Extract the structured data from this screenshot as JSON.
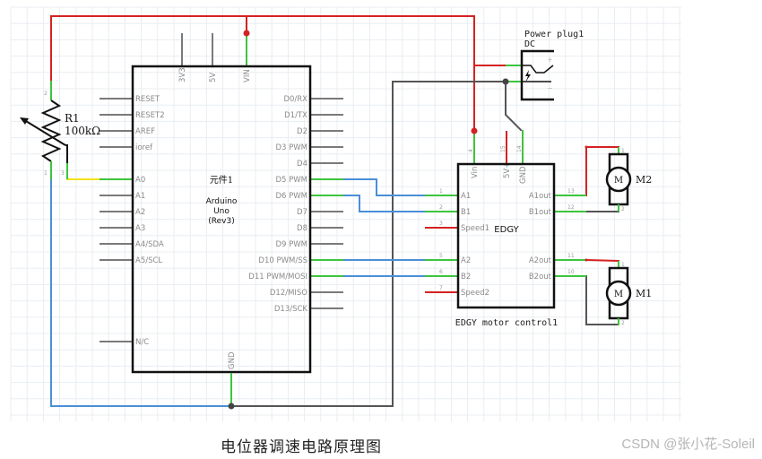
{
  "caption": "电位器调速电路原理图",
  "watermark": "CSDN @张小花-Soleil",
  "colors": {
    "power_wire": "#d42222",
    "ground_wire": "#555555",
    "signal_wire": "#4a8fd8",
    "pin_connected": "#3ec43e",
    "pin_unconnected": "#7a7a7a",
    "wiper_wire": "#f2e21a",
    "grid": "#e8edf2"
  },
  "arduino": {
    "ref": "元件1",
    "name_line1": "Arduino",
    "name_line2": "Uno",
    "name_line3": "(Rev3)",
    "top_pins": [
      "3V3",
      "5V",
      "VIN"
    ],
    "left_pins": [
      "RESET",
      "RESET2",
      "AREF",
      "ioref",
      "A0",
      "A1",
      "A2",
      "A3",
      "A4/SDA",
      "A5/SCL",
      "N/C"
    ],
    "right_pins": [
      "D0/RX",
      "D1/TX",
      "D2",
      "D3 PWM",
      "D4",
      "D5 PWM",
      "D6 PWM",
      "D7",
      "D8",
      "D9 PWM",
      "D10 PWM/SS",
      "D11 PWM/MOSI",
      "D12/MISO",
      "D13/SCK"
    ],
    "bottom_pin": "GND"
  },
  "potentiometer": {
    "ref": "R1",
    "value": "100kΩ",
    "pin_numbers": [
      "2",
      "1",
      "3"
    ]
  },
  "power_plug": {
    "ref": "Power plug1",
    "type": "DC",
    "plus": "+",
    "minus": "−"
  },
  "edgy": {
    "title": "EDGY",
    "label": "EDGY motor control1",
    "top_pins": [
      {
        "name": "Vin",
        "num": "4"
      },
      {
        "name": "5V+",
        "num": "15"
      },
      {
        "name": "GND",
        "num": "14"
      }
    ],
    "left_pins": [
      {
        "name": "A1",
        "num": "1"
      },
      {
        "name": "B1",
        "num": "2"
      },
      {
        "name": "Speed1",
        "num": "3"
      },
      {
        "name": "A2",
        "num": "5"
      },
      {
        "name": "B2",
        "num": "6"
      },
      {
        "name": "Speed2",
        "num": "7"
      }
    ],
    "right_pins": [
      {
        "name": "A1out",
        "num": "13"
      },
      {
        "name": "B1out",
        "num": "12"
      },
      {
        "name": "A2out",
        "num": "11"
      },
      {
        "name": "B2out",
        "num": "10"
      }
    ]
  },
  "motors": [
    {
      "ref": "M2",
      "symbol": "M",
      "pin_top": "1",
      "pin_bottom": "2"
    },
    {
      "ref": "M1",
      "symbol": "M",
      "pin_top": "1",
      "pin_bottom": "2"
    }
  ]
}
